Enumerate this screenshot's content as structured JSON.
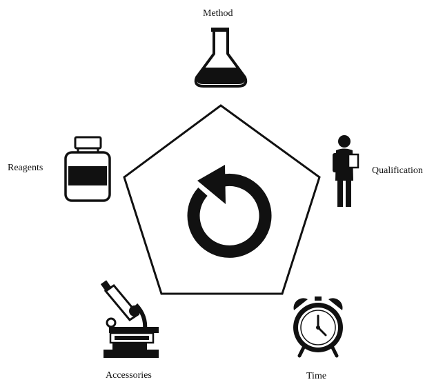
{
  "diagram": {
    "center_icon": "rotate-counterclockwise-icon",
    "nodes": [
      {
        "id": "method",
        "label": "Method",
        "icon": "flask-icon"
      },
      {
        "id": "qualification",
        "label": "Qualification",
        "icon": "person-clipboard-icon"
      },
      {
        "id": "time",
        "label": "Time",
        "icon": "alarm-clock-icon"
      },
      {
        "id": "accessories",
        "label": "Accessories",
        "icon": "microscope-icon"
      },
      {
        "id": "reagents",
        "label": "Reagents",
        "icon": "reagent-jar-icon"
      }
    ],
    "colors": {
      "stroke": "#111111",
      "background": "#ffffff"
    }
  }
}
